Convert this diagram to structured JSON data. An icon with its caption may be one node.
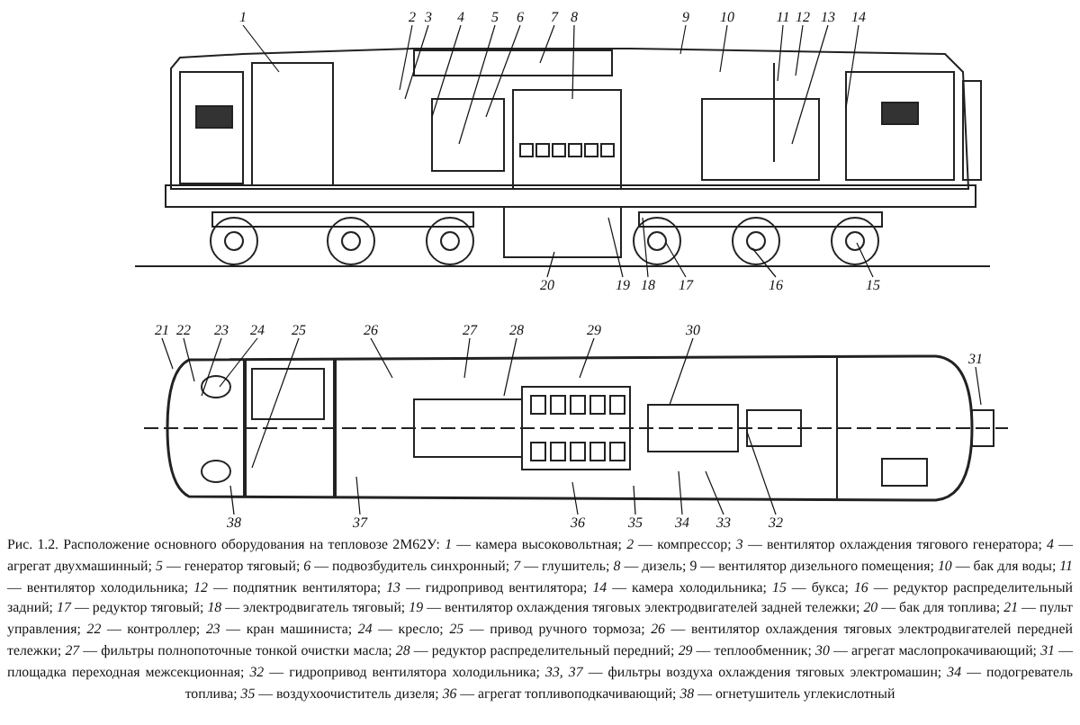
{
  "diagram": {
    "caption": "Рис. 1.2. Расположение основного оборудования на тепловозе 2М62У: *1* — камера высоковольтная; *2* — компрессор; *3* — вентилятор охлаждения тягового генератора; *4* — агрегат двухмашинный; *5* — генератор тяговый; *6* — подвозбудитель синхронный; *7* — глушитель; *8* — дизель; 9 — вентилятор дизельного помещения; *10* — бак для воды; *11* — вентилятор холодильника; *12* — подпятник вентилятора; *13* — гидропривод вентилятора; *14* — камера холодильника; *15* — букса; *16* — редуктор распределительный задний; *17* — редуктор тяговый; *18* — электродвигатель тяговый; *19* — вентилятор охлаждения тяговых электродвигателей задней тележки; *20* — бак для топлива; *21* — пульт управления; *22* — контроллер; *23* — кран машиниста; *24* — кресло; *25* — привод ручного тормоза; *26* — вентилятор охлаждения тяговых электродвигателей передней тележки; *27* — фильтры полнопоточные тонкой очистки масла; *28* — редуктор распределительный передний; *29* — теплообменник; *30* — агрегат маслопрокачивающий; *31* — площадка переходная межсекционная; *32* — гидропривод вентилятора холодильника; *33, 37* — фильтры воздуха охлаждения тяговых электромашин; *34* — подогреватель топлива; *35* — воздухоочиститель дизеля; *36* — агрегат топливоподкачивающий; *38* — огнетушитель углекислотный",
    "nodes": [
      {
        "text": [
          "1"
        ]
      },
      {
        "text": [
          "2"
        ]
      },
      {
        "text": [
          "3"
        ]
      },
      {
        "text": [
          "4"
        ]
      },
      {
        "text": [
          "5"
        ]
      },
      {
        "text": [
          "6"
        ]
      },
      {
        "text": [
          "7"
        ]
      },
      {
        "text": [
          "8"
        ]
      },
      {
        "text": [
          "9"
        ]
      },
      {
        "text": [
          "10"
        ]
      },
      {
        "text": [
          "11"
        ]
      },
      {
        "text": [
          "12"
        ]
      },
      {
        "text": [
          "13"
        ]
      },
      {
        "text": [
          "14"
        ]
      },
      {
        "text": [
          "15"
        ]
      },
      {
        "text": [
          "16"
        ]
      },
      {
        "text": [
          "17"
        ]
      },
      {
        "text": [
          "18"
        ]
      },
      {
        "text": [
          "19"
        ]
      },
      {
        "text": [
          "20"
        ]
      },
      {
        "text": [
          "21"
        ]
      },
      {
        "text": [
          "22"
        ]
      },
      {
        "text": [
          "23"
        ]
      },
      {
        "text": [
          "24"
        ]
      },
      {
        "text": [
          "25"
        ]
      },
      {
        "text": [
          "26"
        ]
      },
      {
        "text": [
          "27"
        ]
      },
      {
        "text": [
          "28"
        ]
      },
      {
        "text": [
          "29"
        ]
      },
      {
        "text": [
          "30"
        ]
      },
      {
        "text": [
          "31"
        ]
      },
      {
        "text": [
          "32"
        ]
      },
      {
        "text": [
          "33"
        ]
      },
      {
        "text": [
          "34"
        ]
      },
      {
        "text": [
          "35"
        ]
      },
      {
        "text": [
          "36"
        ]
      },
      {
        "text": [
          "37"
        ]
      },
      {
        "text": [
          "38"
        ]
      }
    ],
    "edges": [
      {
        "from": 0,
        "to": null,
        "arrow": "none"
      },
      {
        "from": 1,
        "to": null,
        "arrow": "none"
      },
      {
        "from": 2,
        "to": null,
        "arrow": "none"
      },
      {
        "from": 3,
        "to": null,
        "arrow": "none"
      },
      {
        "from": 4,
        "to": null,
        "arrow": "none"
      },
      {
        "from": 5,
        "to": null,
        "arrow": "none"
      },
      {
        "from": 6,
        "to": null,
        "arrow": "none"
      },
      {
        "from": 7,
        "to": null,
        "arrow": "none"
      },
      {
        "from": 8,
        "to": null,
        "arrow": "none"
      },
      {
        "from": 9,
        "to": null,
        "arrow": "none"
      },
      {
        "from": 10,
        "to": null,
        "arrow": "none"
      },
      {
        "from": 11,
        "to": null,
        "arrow": "none"
      },
      {
        "from": 12,
        "to": null,
        "arrow": "none"
      },
      {
        "from": 13,
        "to": null,
        "arrow": "none"
      },
      {
        "from": 14,
        "to": null,
        "arrow": "none"
      },
      {
        "from": 15,
        "to": null,
        "arrow": "none"
      },
      {
        "from": 16,
        "to": null,
        "arrow": "none"
      },
      {
        "from": 17,
        "to": null,
        "arrow": "none"
      },
      {
        "from": 18,
        "to": null,
        "arrow": "none"
      },
      {
        "from": 19,
        "to": null,
        "arrow": "none"
      },
      {
        "from": 20,
        "to": null,
        "arrow": "none"
      },
      {
        "from": 21,
        "to": null,
        "arrow": "none"
      },
      {
        "from": 22,
        "to": null,
        "arrow": "none"
      },
      {
        "from": 23,
        "to": null,
        "arrow": "none"
      },
      {
        "from": 24,
        "to": null,
        "arrow": "none"
      },
      {
        "from": 25,
        "to": null,
        "arrow": "none"
      },
      {
        "from": 26,
        "to": null,
        "arrow": "none"
      },
      {
        "from": 27,
        "to": null,
        "arrow": "none"
      },
      {
        "from": 28,
        "to": null,
        "arrow": "none"
      },
      {
        "from": 29,
        "to": null,
        "arrow": "none"
      },
      {
        "from": 30,
        "to": null,
        "arrow": "none"
      },
      {
        "from": 31,
        "to": null,
        "arrow": "none"
      },
      {
        "from": 32,
        "to": null,
        "arrow": "none"
      },
      {
        "from": 33,
        "to": null,
        "arrow": "none"
      },
      {
        "from": 34,
        "to": null,
        "arrow": "none"
      },
      {
        "from": 35,
        "to": null,
        "arrow": "none"
      },
      {
        "from": 36,
        "to": null,
        "arrow": "none"
      },
      {
        "from": 37,
        "to": null,
        "arrow": "none"
      }
    ]
  }
}
